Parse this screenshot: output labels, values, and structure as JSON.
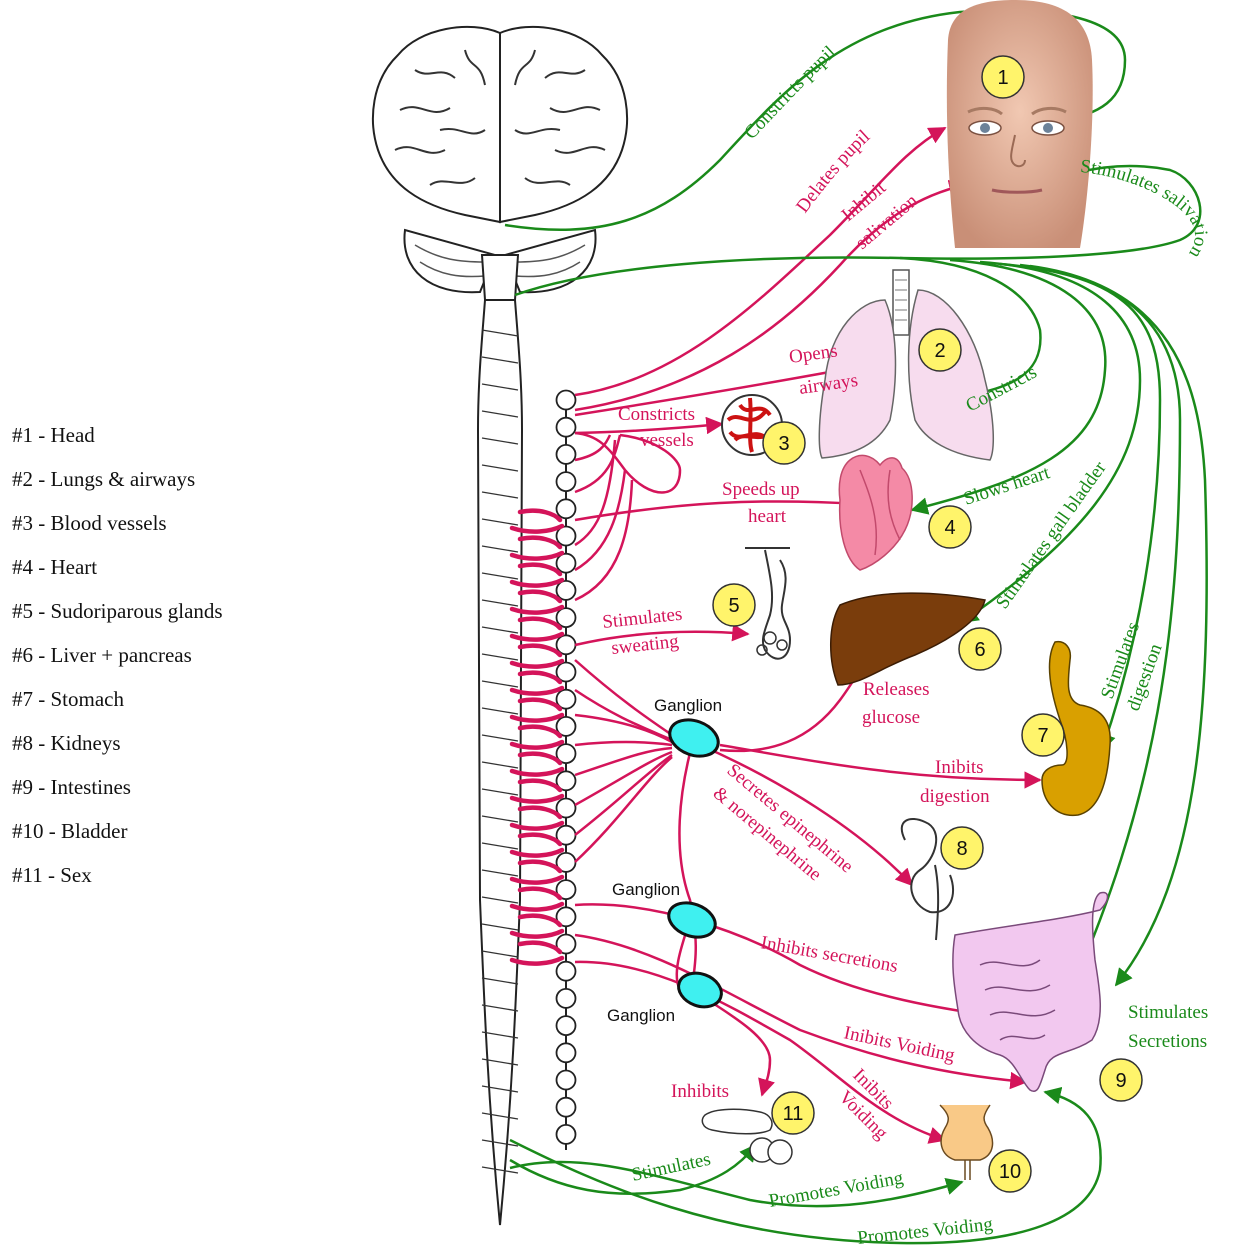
{
  "legend": [
    "#1 - Head",
    "#2 - Lungs & airways",
    "#3 - Blood vessels",
    "#4 - Heart",
    "#5 - Sudoriparous glands",
    "#6 - Liver + pancreas",
    "#7 - Stomach",
    "#8 - Kidneys",
    "#9 - Intestines",
    "#10 - Bladder",
    "#11 - Sex"
  ],
  "organ_numbers": [
    "1",
    "2",
    "3",
    "4",
    "5",
    "6",
    "7",
    "8",
    "9",
    "10",
    "11"
  ],
  "ganglia": [
    "Ganglion",
    "Ganglion",
    "Ganglion"
  ],
  "sympathetic_labels": {
    "dilates_pupil": "Delates pupil",
    "inhibit_salivation_1": "Inhibit",
    "inhibit_salivation_2": "salivation",
    "opens_airways_1": "Opens",
    "opens_airways_2": "airways",
    "constricts_vessels_1": "Constricts",
    "constricts_vessels_2": "vessels",
    "speeds_heart_1": "Speeds up",
    "speeds_heart_2": "heart",
    "stimulates_sweating_1": "Stimulates",
    "stimulates_sweating_2": "sweating",
    "releases_glucose_1": "Releases",
    "releases_glucose_2": "glucose",
    "inhibits_digestion_1": "Inibits",
    "inhibits_digestion_2": "digestion",
    "secretes_epi_1": "Secretes epinephrine",
    "secretes_epi_2": "& norepinephrine",
    "inhibits_secretions": "Inhibits secretions",
    "inhibits_voiding_1": "Inibits Voiding",
    "inhibits_voiding_2a": "Inibits",
    "inhibits_voiding_2b": "Voiding",
    "inhibits_sex": "Inhibits"
  },
  "parasympathetic_labels": {
    "constricts_pupil": "Constricts pupil",
    "stimulates_salivation": "Stimulates salivation",
    "constricts_airways": "Constricts",
    "slows_heart": "Slows heart",
    "stimulates_gall_bladder": "Stimulates gall bladder",
    "stimulates_digestion_1": "Stimulates",
    "stimulates_digestion_2": "digestion",
    "stimulates_secretions_1": "Stimulates",
    "stimulates_secretions_2": "Secretions",
    "stimulates_sex": "Stimulates",
    "promotes_voiding_1": "Promotes Voiding",
    "promotes_voiding_2": "Promotes Voiding"
  },
  "colors": {
    "sympathetic": "#d4145a",
    "parasympathetic": "#1a8a1a",
    "number_badge": "#fff46b",
    "ganglion": "#3ff0f0",
    "liver": "#7a3d0c",
    "stomach": "#d9a000",
    "lungs": "#f7dcee",
    "intestines": "#f2c8ef",
    "heart": "#f48aa6",
    "bladder": "#f9c987",
    "face": "#e6b8a0"
  }
}
